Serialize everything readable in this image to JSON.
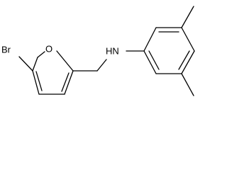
{
  "structure": {
    "atoms": {
      "bromine": "Br",
      "oxygen": "O",
      "amine": "HN"
    }
  },
  "colors": {
    "background": "#ffffff",
    "ink": "#000000"
  }
}
